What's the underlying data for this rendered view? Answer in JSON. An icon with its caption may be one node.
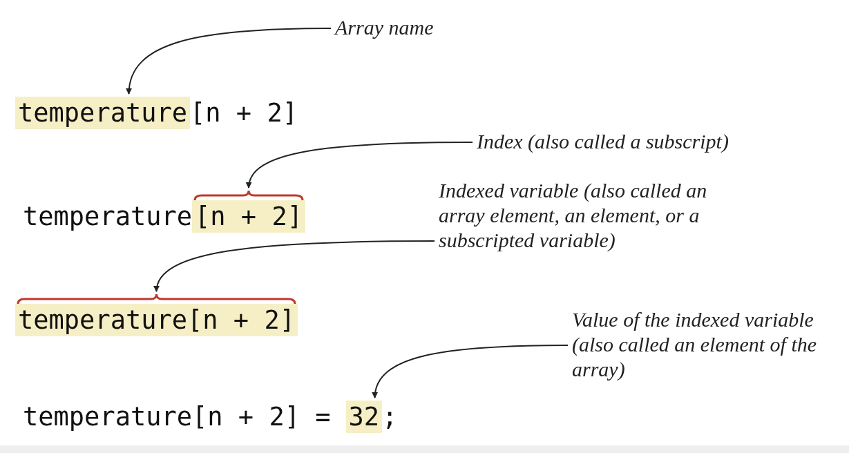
{
  "diagram": {
    "nodes": [
      {
        "text": [
          "Array name"
        ]
      },
      {
        "text": [
          "temperature"
        ]
      },
      {
        "text": [
          "Index (also called a subscript)"
        ]
      },
      {
        "text": [
          "[n + 2]"
        ]
      },
      {
        "text": [
          "Indexed variable (also called an array element, an element, or a subscripted variable)"
        ]
      },
      {
        "text": [
          "temperature[n + 2]"
        ]
      },
      {
        "text": [
          "Value of the indexed variable (also called an element of the array)"
        ]
      },
      {
        "text": [
          "32"
        ]
      }
    ],
    "edges": [
      {
        "from": 0,
        "to": 1,
        "arrow": "to"
      },
      {
        "from": 2,
        "to": 3,
        "arrow": "to"
      },
      {
        "from": 4,
        "to": 5,
        "arrow": "to"
      },
      {
        "from": 6,
        "to": 7,
        "arrow": "to"
      }
    ],
    "labels": [
      "[n + 2]",
      "temperature",
      "temperature[n + 2] =",
      ";"
    ]
  }
}
